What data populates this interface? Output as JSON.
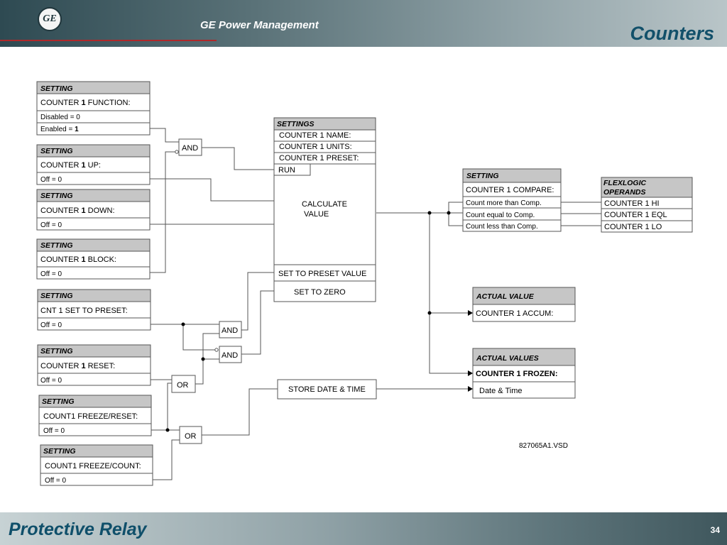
{
  "header": {
    "logo_text": "GE",
    "company": "GE Power Management",
    "title": "Counters"
  },
  "footer": {
    "title": "Protective Relay",
    "page_number": "34"
  },
  "colors": {
    "title": "#12506a",
    "header_red_line": "#b0282a",
    "box_header_fill": "#c6c6c6"
  },
  "diagram": {
    "function_setting": {
      "header": "SETTING",
      "name_prefix": "COUNTER ",
      "name_num": "1",
      "name_suffix": " FUNCTION:",
      "opt1": "Disabled = 0",
      "opt2_prefix": "Enabled = ",
      "opt2_num": "1"
    },
    "up_setting": {
      "header": "SETTING",
      "name_prefix": "COUNTER ",
      "name_num": "1",
      "name_suffix": " UP:",
      "value": "Off = 0"
    },
    "down_setting": {
      "header": "SETTING",
      "name_prefix": "COUNTER ",
      "name_num": "1",
      "name_suffix": " DOWN:",
      "value": "Off = 0"
    },
    "block_setting": {
      "header": "SETTING",
      "name_prefix": "COUNTER ",
      "name_num": "1",
      "name_suffix": " BLOCK:",
      "value": "Off = 0"
    },
    "set_preset_setting": {
      "header": "SETTING",
      "name": "CNT 1 SET TO PRESET:",
      "value": "Off = 0"
    },
    "reset_setting": {
      "header": "SETTING",
      "name_prefix": "COUNTER ",
      "name_num": "1",
      "name_suffix": " RESET:",
      "value": "Off = 0"
    },
    "freeze_reset_setting": {
      "header": "SETTING",
      "name": "COUNT1 FREEZE/RESET:",
      "value": "Off = 0"
    },
    "freeze_count_setting": {
      "header": "SETTING",
      "name": "COUNT1 FREEZE/COUNT:",
      "value": "Off = 0"
    },
    "gates": {
      "and_function": "AND",
      "and_preset": "AND",
      "and_zero": "AND",
      "or_reset": "OR",
      "or_freeze": "OR"
    },
    "settings_block": {
      "header": "SETTINGS",
      "name": "COUNTER 1 NAME:",
      "units": "COUNTER 1 UNITS:",
      "preset": "COUNTER 1 PRESET:",
      "run": "RUN",
      "calc_line1": "CALCULATE",
      "calc_line2": "VALUE",
      "set_preset": "SET TO PRESET VALUE",
      "set_zero": "SET TO ZERO"
    },
    "compare_setting": {
      "header": "SETTING",
      "name": "COUNTER 1 COMPARE:",
      "rows": [
        "Count more than Comp.",
        "Count equal to Comp.",
        "Count less than Comp."
      ]
    },
    "flexlogic": {
      "header_line1": "FLEXLOGIC",
      "header_line2": "OPERANDS",
      "operands": [
        "COUNTER 1 HI",
        "COUNTER 1 EQL",
        "COUNTER 1 LO"
      ]
    },
    "actual_value": {
      "header": "ACTUAL VALUE",
      "name": "COUNTER 1 ACCUM:"
    },
    "actual_values": {
      "header": "ACTUAL VALUES",
      "name": "COUNTER 1 FROZEN:",
      "date_time": "Date & Time"
    },
    "store": "STORE DATE & TIME",
    "file_ref": "827065A1.VSD"
  }
}
